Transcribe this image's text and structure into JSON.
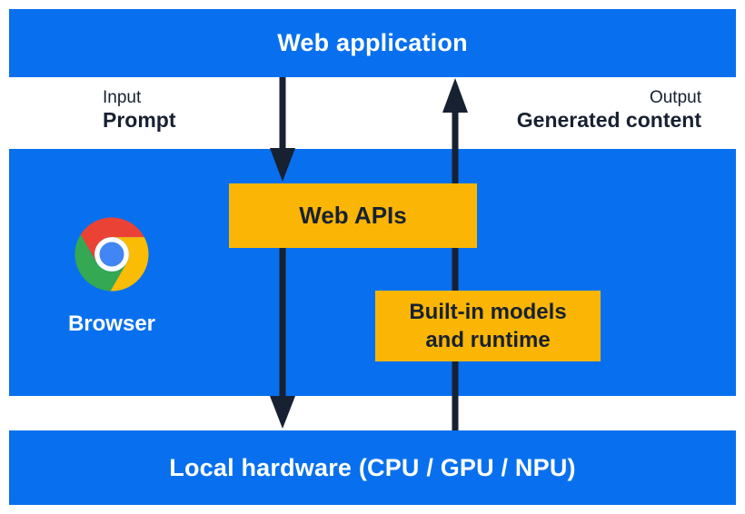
{
  "colors": {
    "blue": "#0870EE",
    "yellow": "#FBB605",
    "ink": "#182132",
    "chrome_red": "#EA4335",
    "chrome_yellow": "#FBBC05",
    "chrome_green": "#34A853",
    "chrome_blue": "#4285F4"
  },
  "top_bar": {
    "label": "Web application"
  },
  "flow_labels": {
    "input_caption": "Input",
    "input_label": "Prompt",
    "output_caption": "Output",
    "output_label": "Generated content"
  },
  "browser_panel": {
    "browser_label": "Browser",
    "web_apis_label": "Web APIs",
    "builtin_models_line1": "Built-in models",
    "builtin_models_line2": "and runtime"
  },
  "bottom_bar": {
    "label": "Local hardware (CPU / GPU / NPU)"
  }
}
